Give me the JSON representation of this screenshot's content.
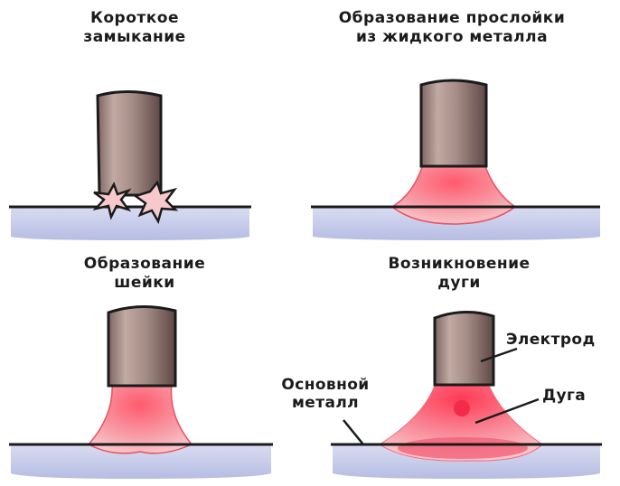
{
  "panels": [
    {
      "title_line1": "Короткое",
      "title_line2": "замыкание"
    },
    {
      "title_line1": "Образование прослойки",
      "title_line2": "из жидкого металла"
    },
    {
      "title_line1": "Образование",
      "title_line2": "шейки"
    },
    {
      "title_line1": "Возникновение",
      "title_line2": "дуги"
    }
  ],
  "labels": {
    "electrode": "Электрод",
    "arc": "Дуга",
    "base_metal_line1": "Основной",
    "base_metal_line2": "металл"
  },
  "colors": {
    "plate": "#c6cbea",
    "electrode": "#a88f88",
    "molten": "#f47a86",
    "outline": "#1b1b1b"
  }
}
